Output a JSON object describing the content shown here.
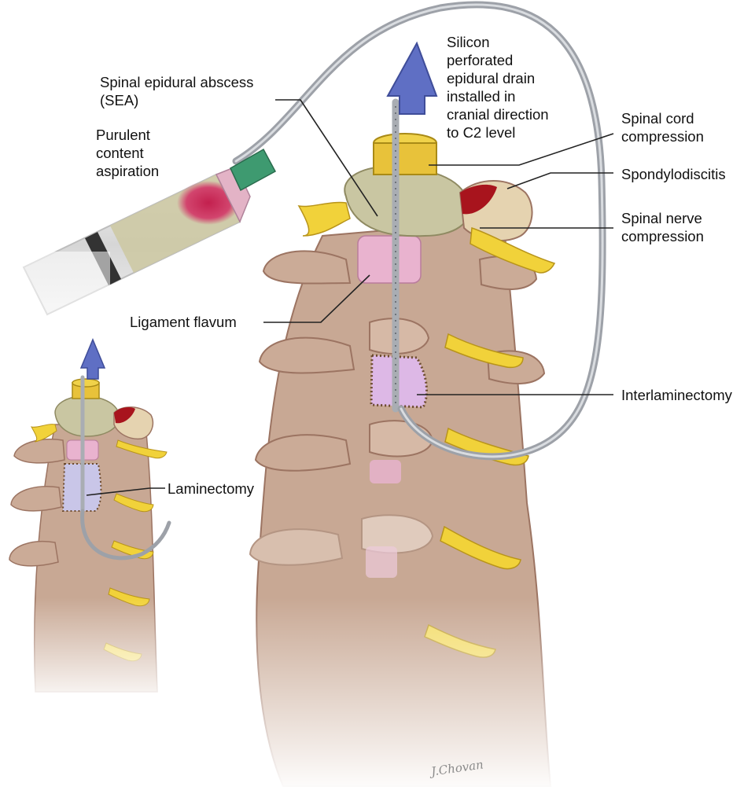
{
  "labels": {
    "spinal_epidural_abscess": "Spinal epidural abscess\n(SEA)",
    "purulent_content_aspiration": "Purulent\ncontent\naspiration",
    "silicon_drain": "Silicon\nperforated\nepidural drain\ninstalled in\ncranial direction\nto C2 level",
    "spinal_cord_compression": "Spinal cord\ncompression",
    "spondylodiscitis": "Spondylodiscitis",
    "spinal_nerve_compression": "Spinal nerve\ncompression",
    "ligament_flavum": "Ligament flavum",
    "interlaminectomy": "Interlaminectomy",
    "laminectomy": "Laminectomy"
  },
  "signature": "J.Chovan",
  "colors": {
    "bone": "#c8a894",
    "bone_shadow": "#9c7462",
    "abscess": "#c9c6a2",
    "nerve": "#f1d23a",
    "ligament": "#e9b3cf",
    "dura_cap": "#e8c23a",
    "arrow": "#5f6fc4",
    "drain": "#a9adb3",
    "syringe_fluid": "#cdc9a4",
    "pus": "#c3204e",
    "needle_hub": "#3e9a70",
    "leader_line": "#222222"
  }
}
